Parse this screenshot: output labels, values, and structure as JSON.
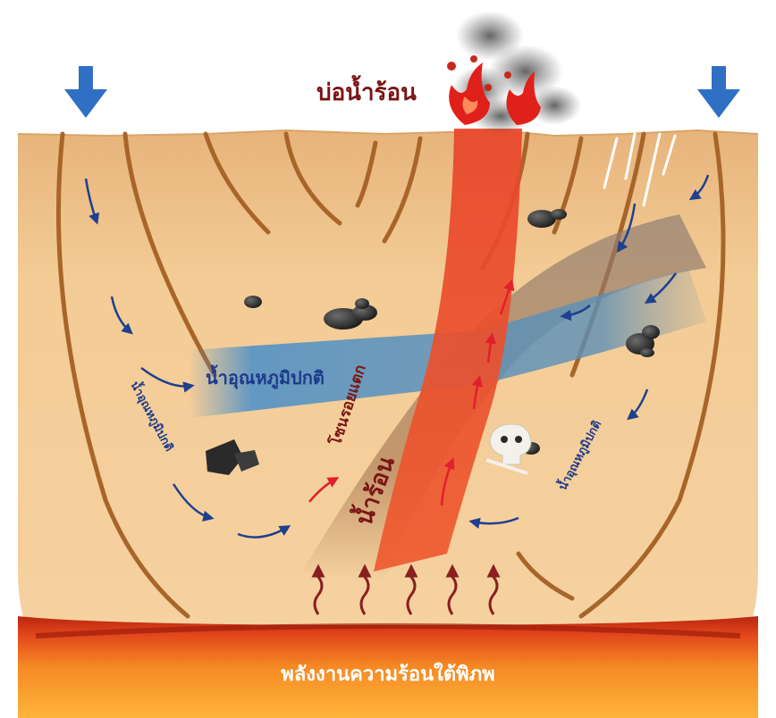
{
  "labels": {
    "hot_spring": "บ่อน้ำร้อน",
    "normal_water_center": "น้ำอุณหภูมิปกติ",
    "normal_water_left": "น้ำอุณหภูมิปกติ",
    "normal_water_right": "น้ำอุณหภูมิปกติ",
    "fracture_zone": "โซนรอยแตก",
    "hot_water": "น้ำร้อน",
    "geothermal_energy": "พลังงานความร้อนใต้พิภพ"
  },
  "colors": {
    "ground": "#f0c68c",
    "ground_shadow": "#d9a467",
    "cracks": "#a8652a",
    "cold_water_band": "#4a8fc9",
    "hot_conduit": "#e8452a",
    "cold_arrows": "#1f3f8f",
    "hot_arrows": "#e0202a",
    "heat_waves": "#8a1f1f",
    "magma": "#f07a1e",
    "magma_core": "#ffb23a",
    "inflow_arrows": "#2f6fc4",
    "label_dark_red": "#7a1414",
    "label_blue": "#1d3a8a",
    "label_white": "#ffffff"
  },
  "icons": [
    "inflow-arrow-icon",
    "steam-cloud-icon",
    "flame-icon",
    "rock-icon",
    "skull-icon",
    "heat-wave-icon"
  ]
}
